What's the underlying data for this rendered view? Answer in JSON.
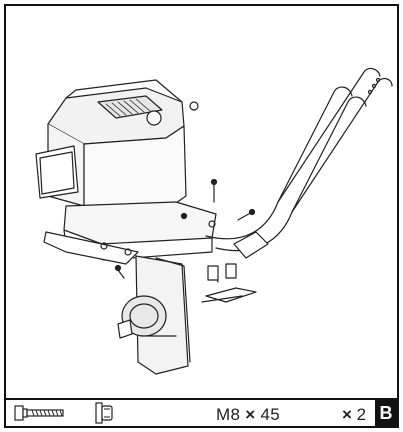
{
  "footer": {
    "bolt_spec": "M8",
    "times_symbol": "×",
    "bolt_length": "45",
    "quantity_prefix": "×",
    "quantity": "2",
    "step_letter": "B"
  },
  "icons": {
    "bolt": "hex-bolt-icon",
    "nut": "flange-nut-icon"
  }
}
